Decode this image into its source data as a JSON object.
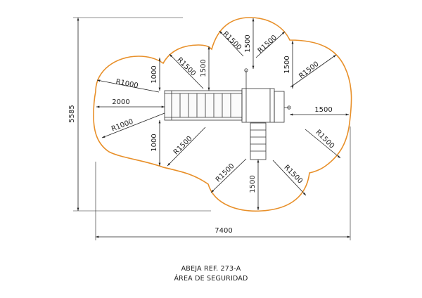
{
  "caption": {
    "line1": "ABEJA REF. 273-A",
    "line2": "ÁREA DE SEGURIDAD"
  },
  "dimensions": {
    "overall_height": "5585",
    "overall_width": "7400",
    "left_offset": "2000",
    "right_offset": "1500",
    "radii_r1000": [
      "R1000",
      "R1000"
    ],
    "radii_r1500": [
      "R1500",
      "R1500",
      "R1500",
      "R1500",
      "R1500",
      "R1500",
      "R1500",
      "R1500"
    ],
    "vertical_offsets": [
      "1000",
      "1000",
      "1500",
      "1500",
      "1500",
      "1500"
    ]
  },
  "colors": {
    "safety_area": "#e8902a",
    "lines": "#222222"
  }
}
